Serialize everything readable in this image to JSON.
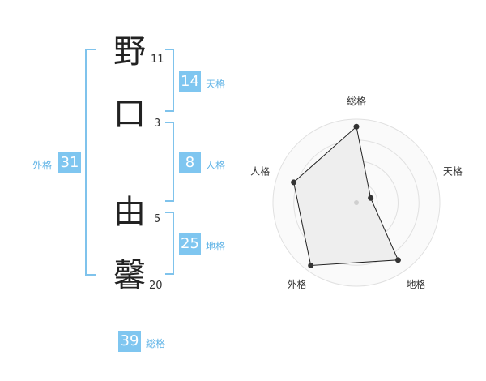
{
  "name": {
    "characters": [
      {
        "char": "野",
        "strokes": "11"
      },
      {
        "char": "口",
        "strokes": "3"
      },
      {
        "char": "由",
        "strokes": "5"
      },
      {
        "char": "馨",
        "strokes": "20"
      }
    ]
  },
  "kakusu": {
    "tenkaku": {
      "value": "14",
      "label": "天格"
    },
    "jinkaku": {
      "value": "8",
      "label": "人格"
    },
    "chikaku": {
      "value": "25",
      "label": "地格"
    },
    "gaikaku": {
      "value": "31",
      "label": "外格"
    },
    "soukaku": {
      "value": "39",
      "label": "総格"
    }
  },
  "colors": {
    "accent": "#7fc6f0",
    "bracket": "#7fc3ec",
    "label": "#5fb3e6"
  },
  "chart_data": {
    "type": "radar",
    "axes": [
      "総格",
      "天格",
      "地格",
      "外格",
      "人格"
    ],
    "values": [
      0.91,
      0.18,
      0.85,
      0.93,
      0.79
    ],
    "max": 1,
    "rings": 4
  }
}
